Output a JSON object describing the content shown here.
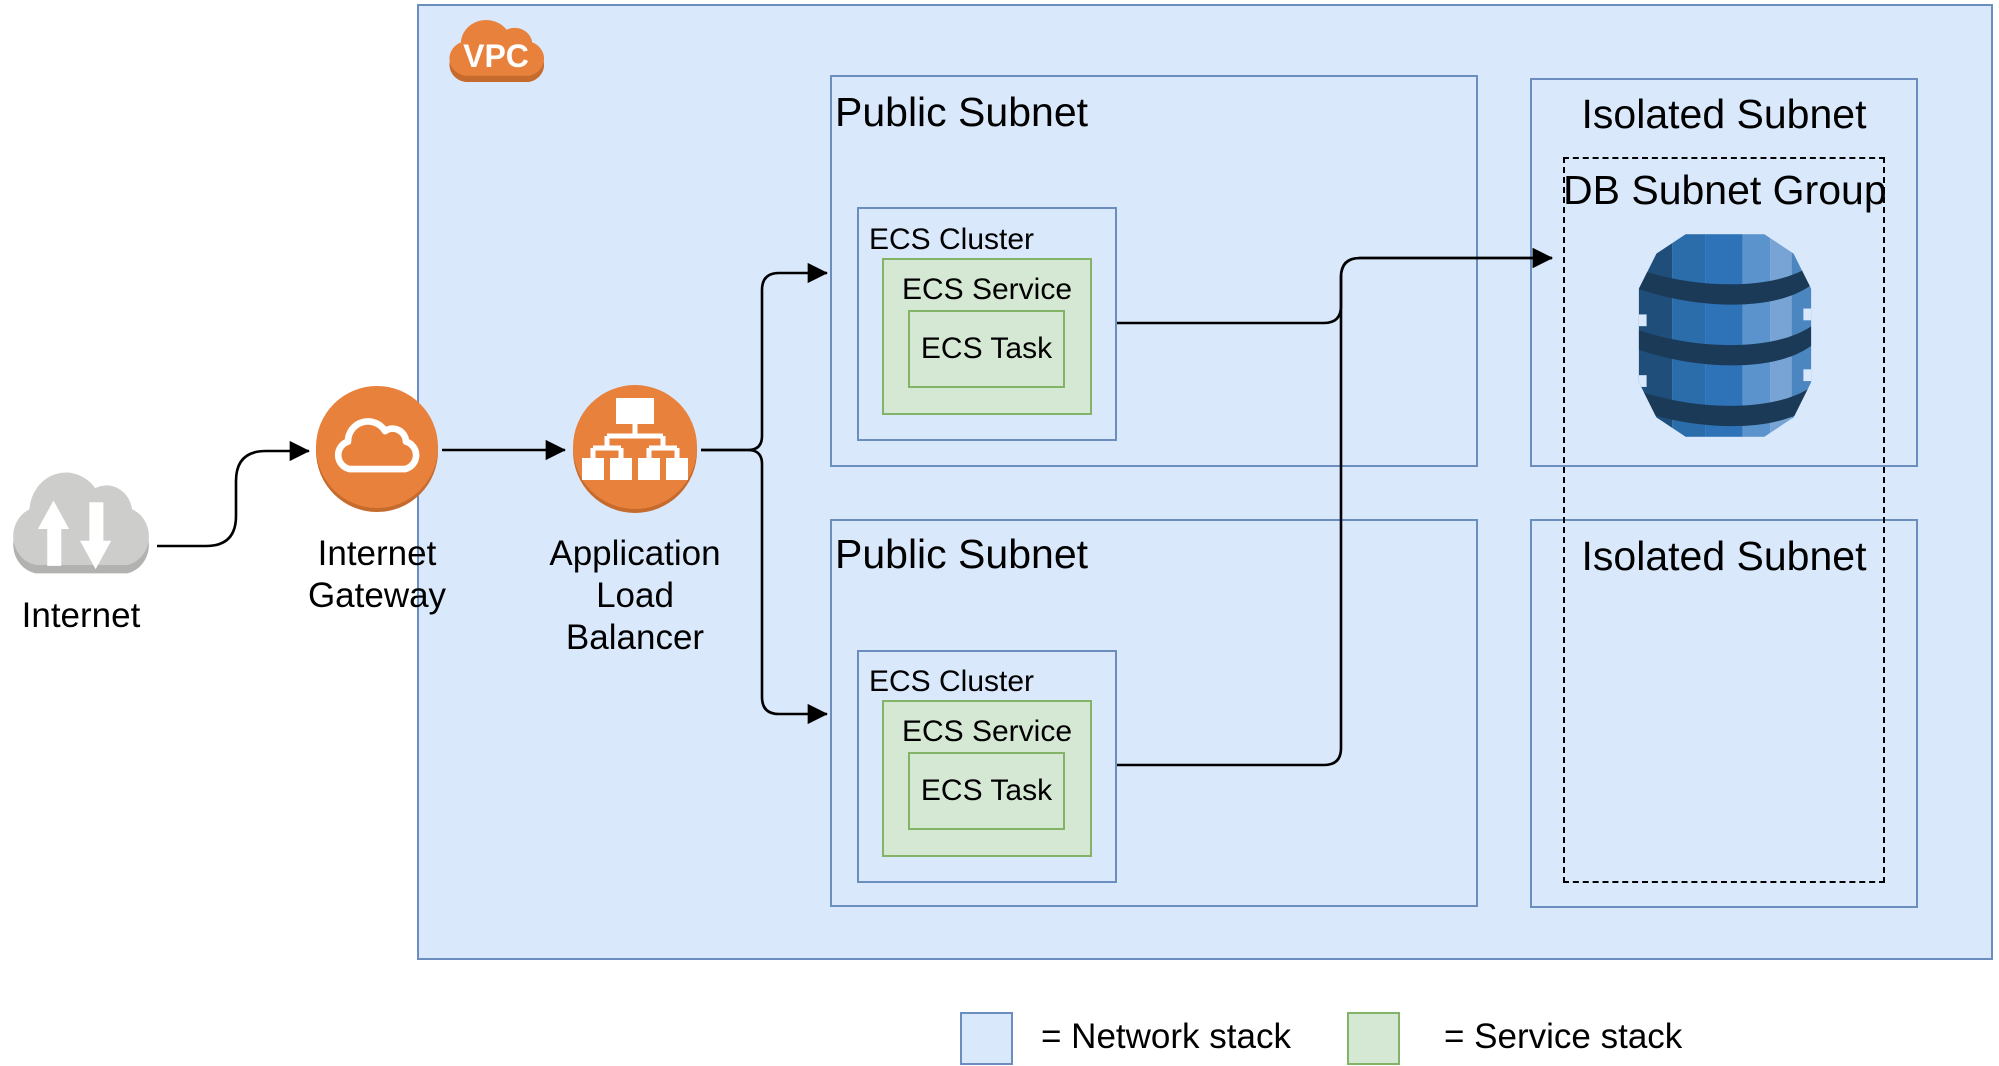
{
  "diagram": {
    "external": {
      "internet_label": "Internet"
    },
    "gateway": {
      "lines": [
        "Internet",
        "Gateway"
      ]
    },
    "load_balancer": {
      "lines": [
        "Application",
        "Load",
        "Balancer"
      ]
    },
    "vpc": {
      "badge": "VPC",
      "public_subnets": [
        {
          "label": "Public Subnet"
        },
        {
          "label": "Public Subnet"
        }
      ],
      "isolated_subnets": [
        {
          "label": "Isolated Subnet"
        },
        {
          "label": "Isolated Subnet"
        }
      ],
      "db_subnet_group": {
        "label": "DB Subnet Group",
        "database_icon": "dynamodb-icon"
      },
      "ecs": {
        "cluster_label": "ECS Cluster",
        "service_label": "ECS Service",
        "task_label": "ECS Task"
      }
    },
    "edges": [
      {
        "from": "internet",
        "to": "internet-gateway"
      },
      {
        "from": "internet-gateway",
        "to": "application-load-balancer"
      },
      {
        "from": "application-load-balancer",
        "to": "public-subnet-1"
      },
      {
        "from": "application-load-balancer",
        "to": "public-subnet-2"
      },
      {
        "from": "ecs-cluster-1",
        "to": "db-subnet-group"
      },
      {
        "from": "ecs-cluster-2",
        "to": "db-subnet-group"
      }
    ]
  },
  "legend": {
    "network": "= Network stack",
    "service": "= Service stack"
  },
  "colors": {
    "network_fill": "#dae8fc",
    "network_border": "#6c8ebf",
    "service_fill": "#d5e8d4",
    "service_border": "#82b366",
    "aws_orange": "#e8813c",
    "aws_orange_shadow": "#c66b2e",
    "internet_cloud_gray": "#cdcdcb",
    "internet_cloud_shadow": "#b2b2b0",
    "dynamodb_blue": "#2e73b8",
    "dynamodb_dark_band": "#1b3a57",
    "arrow": "#000000",
    "background": "#ffffff"
  }
}
